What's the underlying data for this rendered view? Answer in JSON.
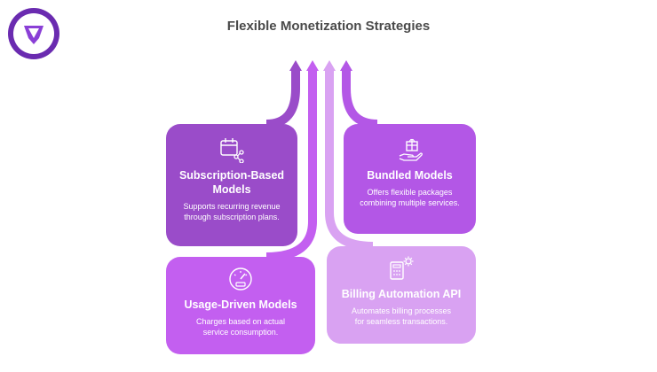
{
  "title": "Flexible Monetization Strategies",
  "logo": {
    "icon": "app-logo-shield-icon",
    "color": "#6a2bb0"
  },
  "cards": {
    "subscription": {
      "title": "Subscription-Based Models",
      "description": "Supports recurring revenue through subscription plans.",
      "icon": "calendar-share-icon",
      "color": "#9a4cc9"
    },
    "bundled": {
      "title": "Bundled Models",
      "description": "Offers flexible packages combining multiple services.",
      "icon": "gift-box-icon",
      "color": "#b357e6"
    },
    "usage": {
      "title": "Usage-Driven Models",
      "description": "Charges based on actual service consumption.",
      "icon": "gauge-meter-icon",
      "color": "#c35ff0"
    },
    "billing": {
      "title": "Billing Automation API",
      "description": "Automates billing processes for seamless transactions.",
      "icon": "calculator-gear-icon",
      "color": "#d9a2f2"
    }
  }
}
